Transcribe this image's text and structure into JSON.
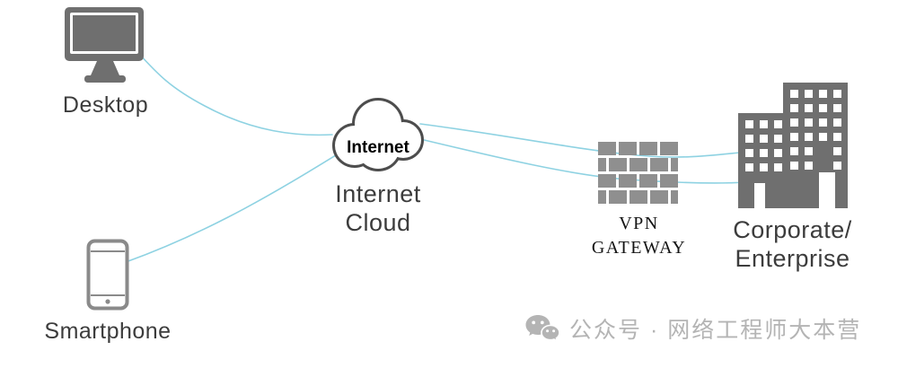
{
  "colors": {
    "icon_gray": "#6f6f6f",
    "stroke_dark": "#4d4d4d",
    "brick_gray": "#8f8f8f",
    "phone_gray": "#8a8a8a",
    "line_blue": "#8ed2e2",
    "label_color": "#3c3c3c",
    "gateway_label_color": "#141414",
    "cloud_text_color": "#000000",
    "watermark_color": "#b4b4b4"
  },
  "nodes": {
    "desktop": {
      "label": "Desktop"
    },
    "smartphone": {
      "label": "Smartphone"
    },
    "cloud": {
      "icon_text": "Internet",
      "label_lines": [
        "Internet",
        "Cloud"
      ]
    },
    "vpn_gateway": {
      "label_lines": [
        "VPN",
        "GATEWAY"
      ]
    },
    "corporate": {
      "label_lines": [
        "Corporate/",
        "Enterprise"
      ]
    }
  },
  "edges": [
    {
      "from": "desktop",
      "to": "cloud"
    },
    {
      "from": "smartphone",
      "to": "cloud"
    },
    {
      "from": "cloud",
      "to": "corporate",
      "via": "vpn_gateway"
    },
    {
      "from": "cloud",
      "to": "corporate",
      "via": "vpn_gateway"
    }
  ],
  "watermark": {
    "text": "公众号 · 网络工程师大本营",
    "icon": "wechat-icon"
  }
}
